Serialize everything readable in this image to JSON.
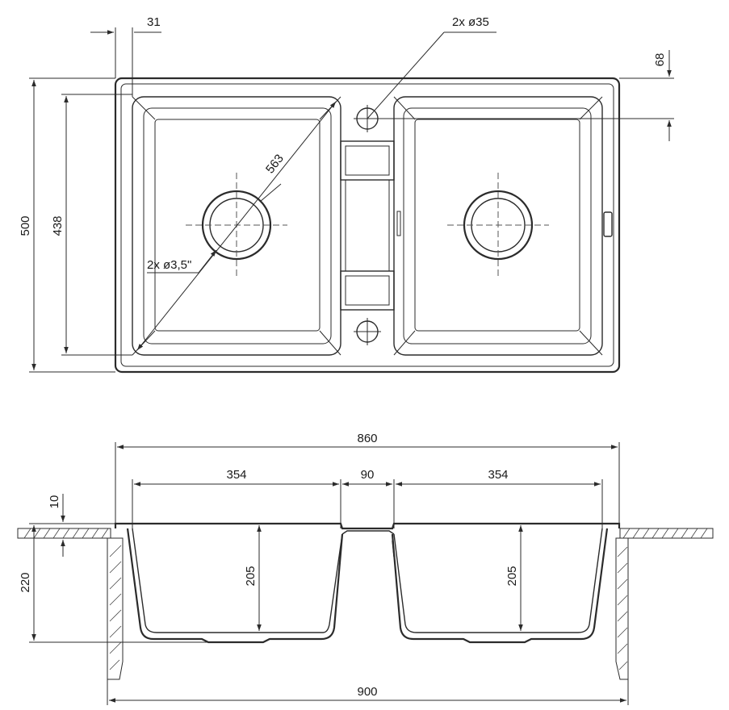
{
  "top_view": {
    "dimensions": {
      "overall_depth": "500",
      "bowl_depth": "438",
      "offset_left": "31",
      "tap_hole_offset": "68",
      "tap_holes": "2x ø35",
      "drain_holes": "2x ø3,5\"",
      "diagonal": "563"
    }
  },
  "side_view": {
    "dimensions": {
      "overall_width": "860",
      "left_bowl_width": "354",
      "middle_width": "90",
      "right_bowl_width": "354",
      "rim_thickness": "10",
      "total_height": "220",
      "left_bowl_depth": "205",
      "right_bowl_depth": "205",
      "cabinet_width": "900"
    }
  }
}
